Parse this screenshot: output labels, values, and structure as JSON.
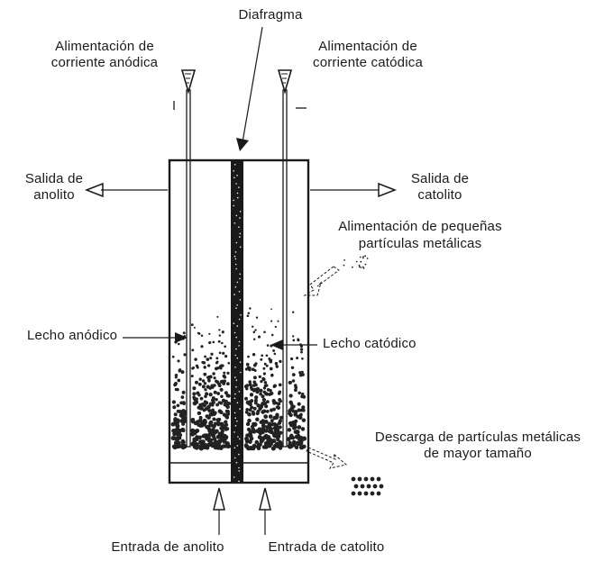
{
  "labels": {
    "diafragma": "Diafragma",
    "alim_anodica": [
      "Alimentación de",
      "corriente anódica"
    ],
    "alim_catodica": [
      "Alimentación de",
      "corriente catódica"
    ],
    "salida_anolito": [
      "Salida de",
      "anolito"
    ],
    "salida_catolito": [
      "Salida de",
      "catolito"
    ],
    "alim_particulas": [
      "Alimentación de pequeñas",
      "partículas metálicas"
    ],
    "lecho_anodico": "Lecho anódico",
    "lecho_catodico": "Lecho catódico",
    "descarga": [
      "Descarga de partículas metálicas",
      "de mayor tamaño"
    ],
    "entrada_anolito": "Entrada de anolito",
    "entrada_catolito": "Entrada de catolito"
  },
  "colors": {
    "ink": "#1a1a1a",
    "particle": "#222222",
    "membrane_dot": "#f2f2f2"
  }
}
